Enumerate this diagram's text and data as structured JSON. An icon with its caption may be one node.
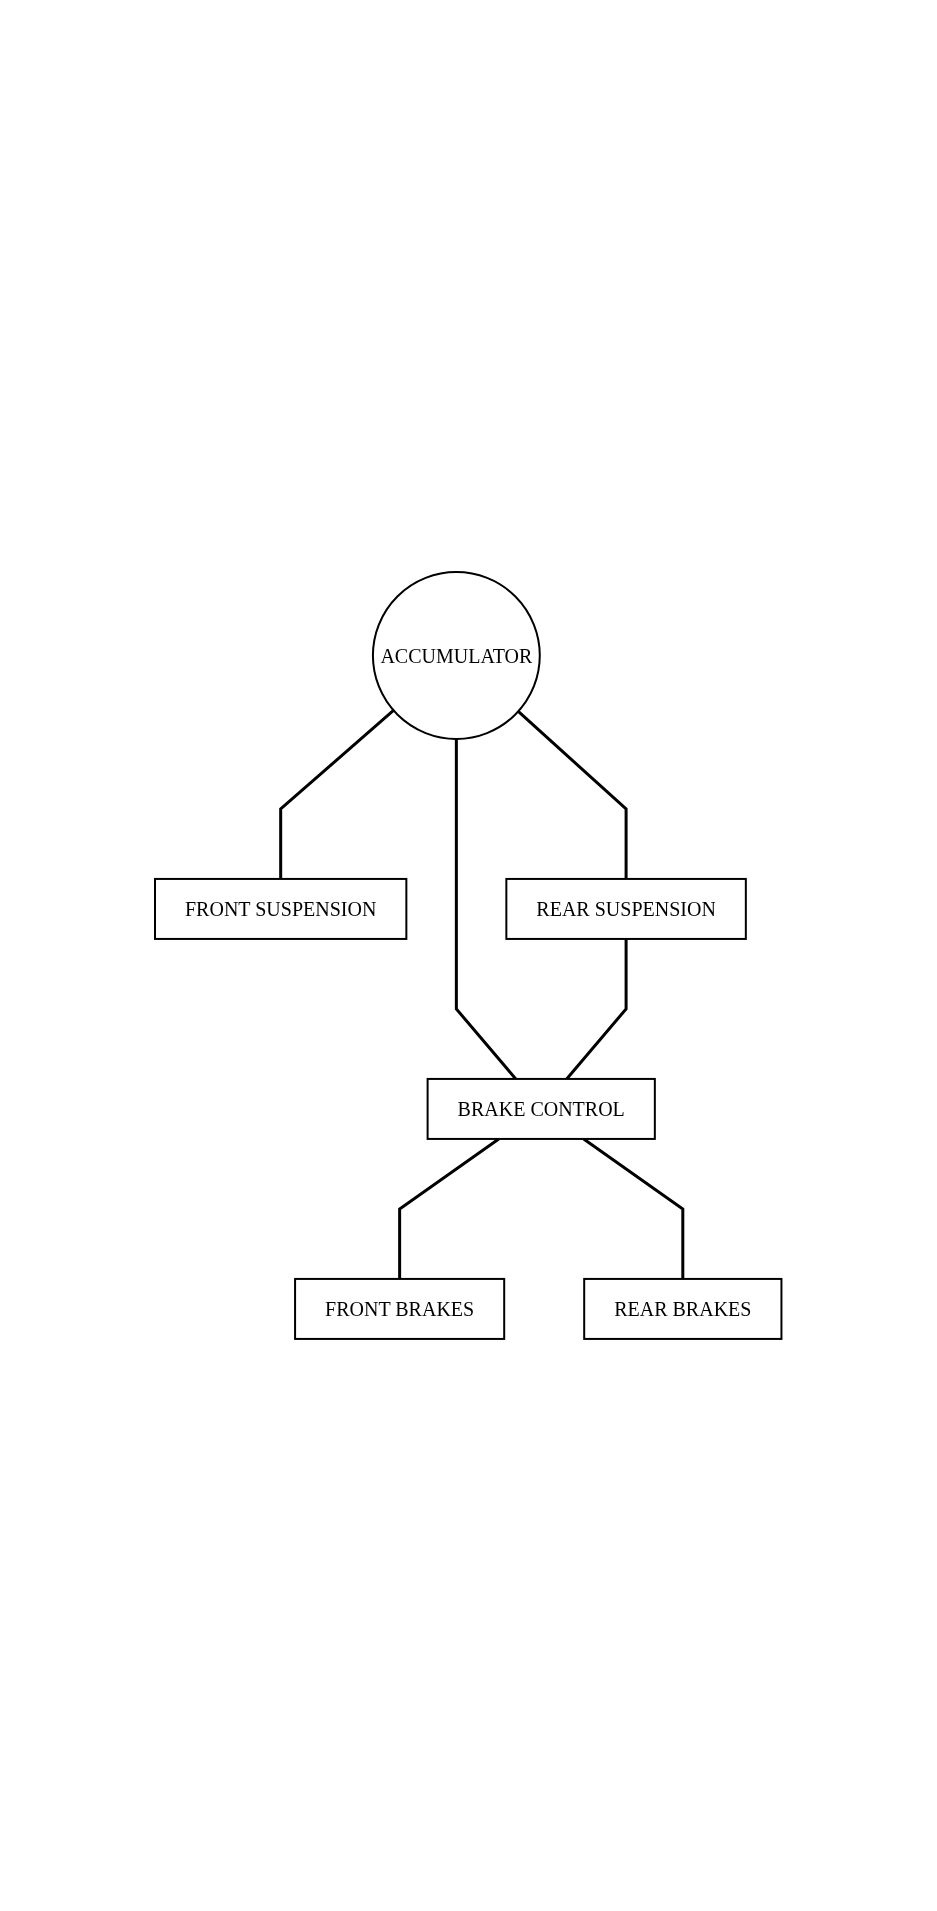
{
  "diagram": {
    "nodes": [
      {
        "text": [
          "ACCUMULATOR"
        ]
      },
      {
        "text": [
          "FRONT SUSPENSION"
        ]
      },
      {
        "text": [
          "REAR SUSPENSION"
        ]
      },
      {
        "text": [
          "BRAKE CONTROL"
        ]
      },
      {
        "text": [
          "FRONT BRAKES"
        ]
      },
      {
        "text": [
          "REAR BRAKES"
        ]
      }
    ],
    "edges": [
      {
        "from": 0,
        "to": 1,
        "arrow": "none"
      },
      {
        "from": 0,
        "to": 3,
        "arrow": "none"
      },
      {
        "from": 0,
        "to": 2,
        "arrow": "none"
      },
      {
        "from": 2,
        "to": 3,
        "arrow": "none"
      },
      {
        "from": 3,
        "to": 4,
        "arrow": "none"
      },
      {
        "from": 3,
        "to": 5,
        "arrow": "none"
      }
    ]
  }
}
